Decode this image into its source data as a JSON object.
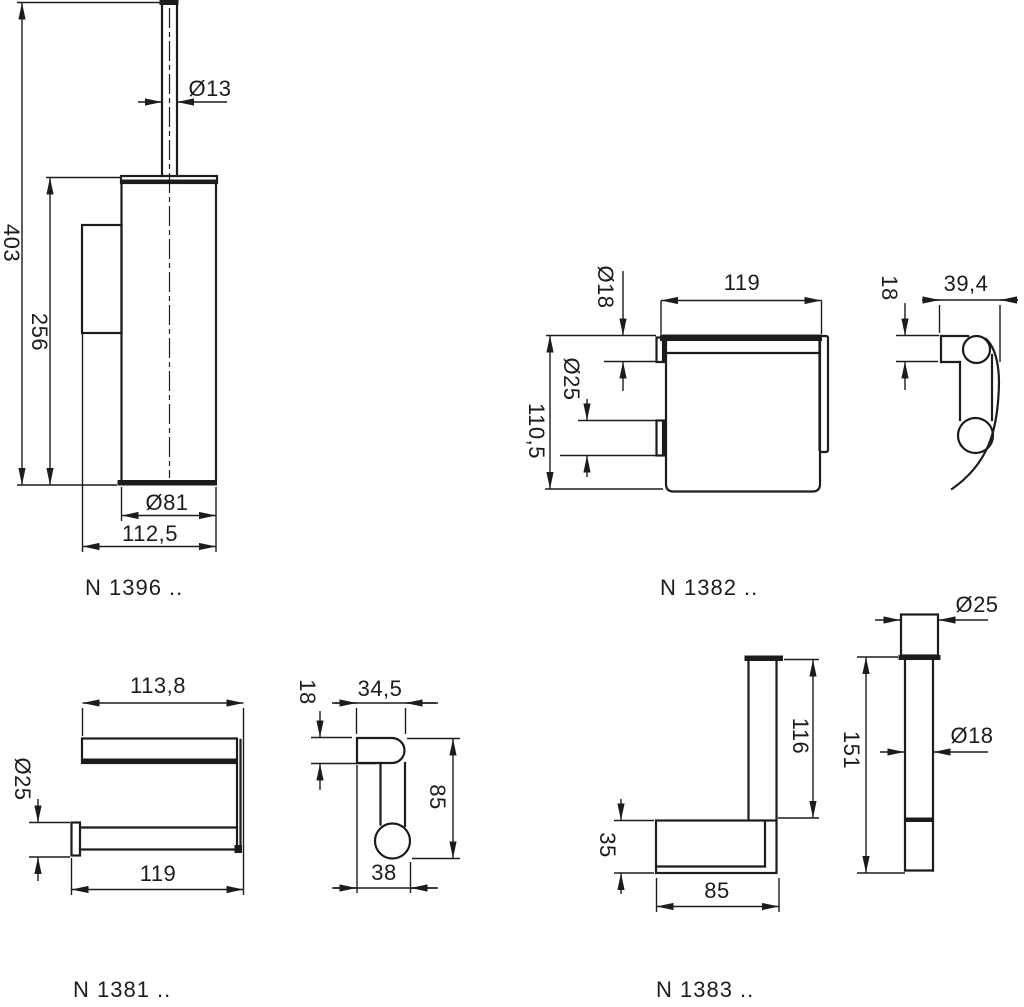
{
  "canvas": {
    "background": "#ffffff",
    "ink": "#1c1c1c"
  },
  "drawings": {
    "n1396": {
      "label": "N 1396 ..",
      "dims": {
        "total_height": "403",
        "container_height": "256",
        "handle_diameter": "Ø13",
        "container_diameter": "Ø81",
        "depth": "112,5"
      }
    },
    "n1382": {
      "label": "N 1382 ..",
      "front": {
        "width": "119",
        "pin_diameter": "Ø18",
        "roller_diameter": "Ø25",
        "height": "110,5"
      },
      "side": {
        "plate_height": "18",
        "depth": "39,4"
      }
    },
    "n1381": {
      "label": "N 1381 ..",
      "front": {
        "top_width": "113,8",
        "roller_diameter": "Ø25",
        "width": "119"
      },
      "side": {
        "plate_height": "18",
        "top_depth": "34,5",
        "height": "85",
        "depth": "38"
      }
    },
    "n1383": {
      "label": "N 1383 ..",
      "front": {
        "rod_height": "116",
        "bracket_height": "35",
        "bracket_width": "85"
      },
      "side": {
        "cap_diameter": "Ø25",
        "total_height": "151",
        "rod_diameter": "Ø18"
      }
    }
  }
}
